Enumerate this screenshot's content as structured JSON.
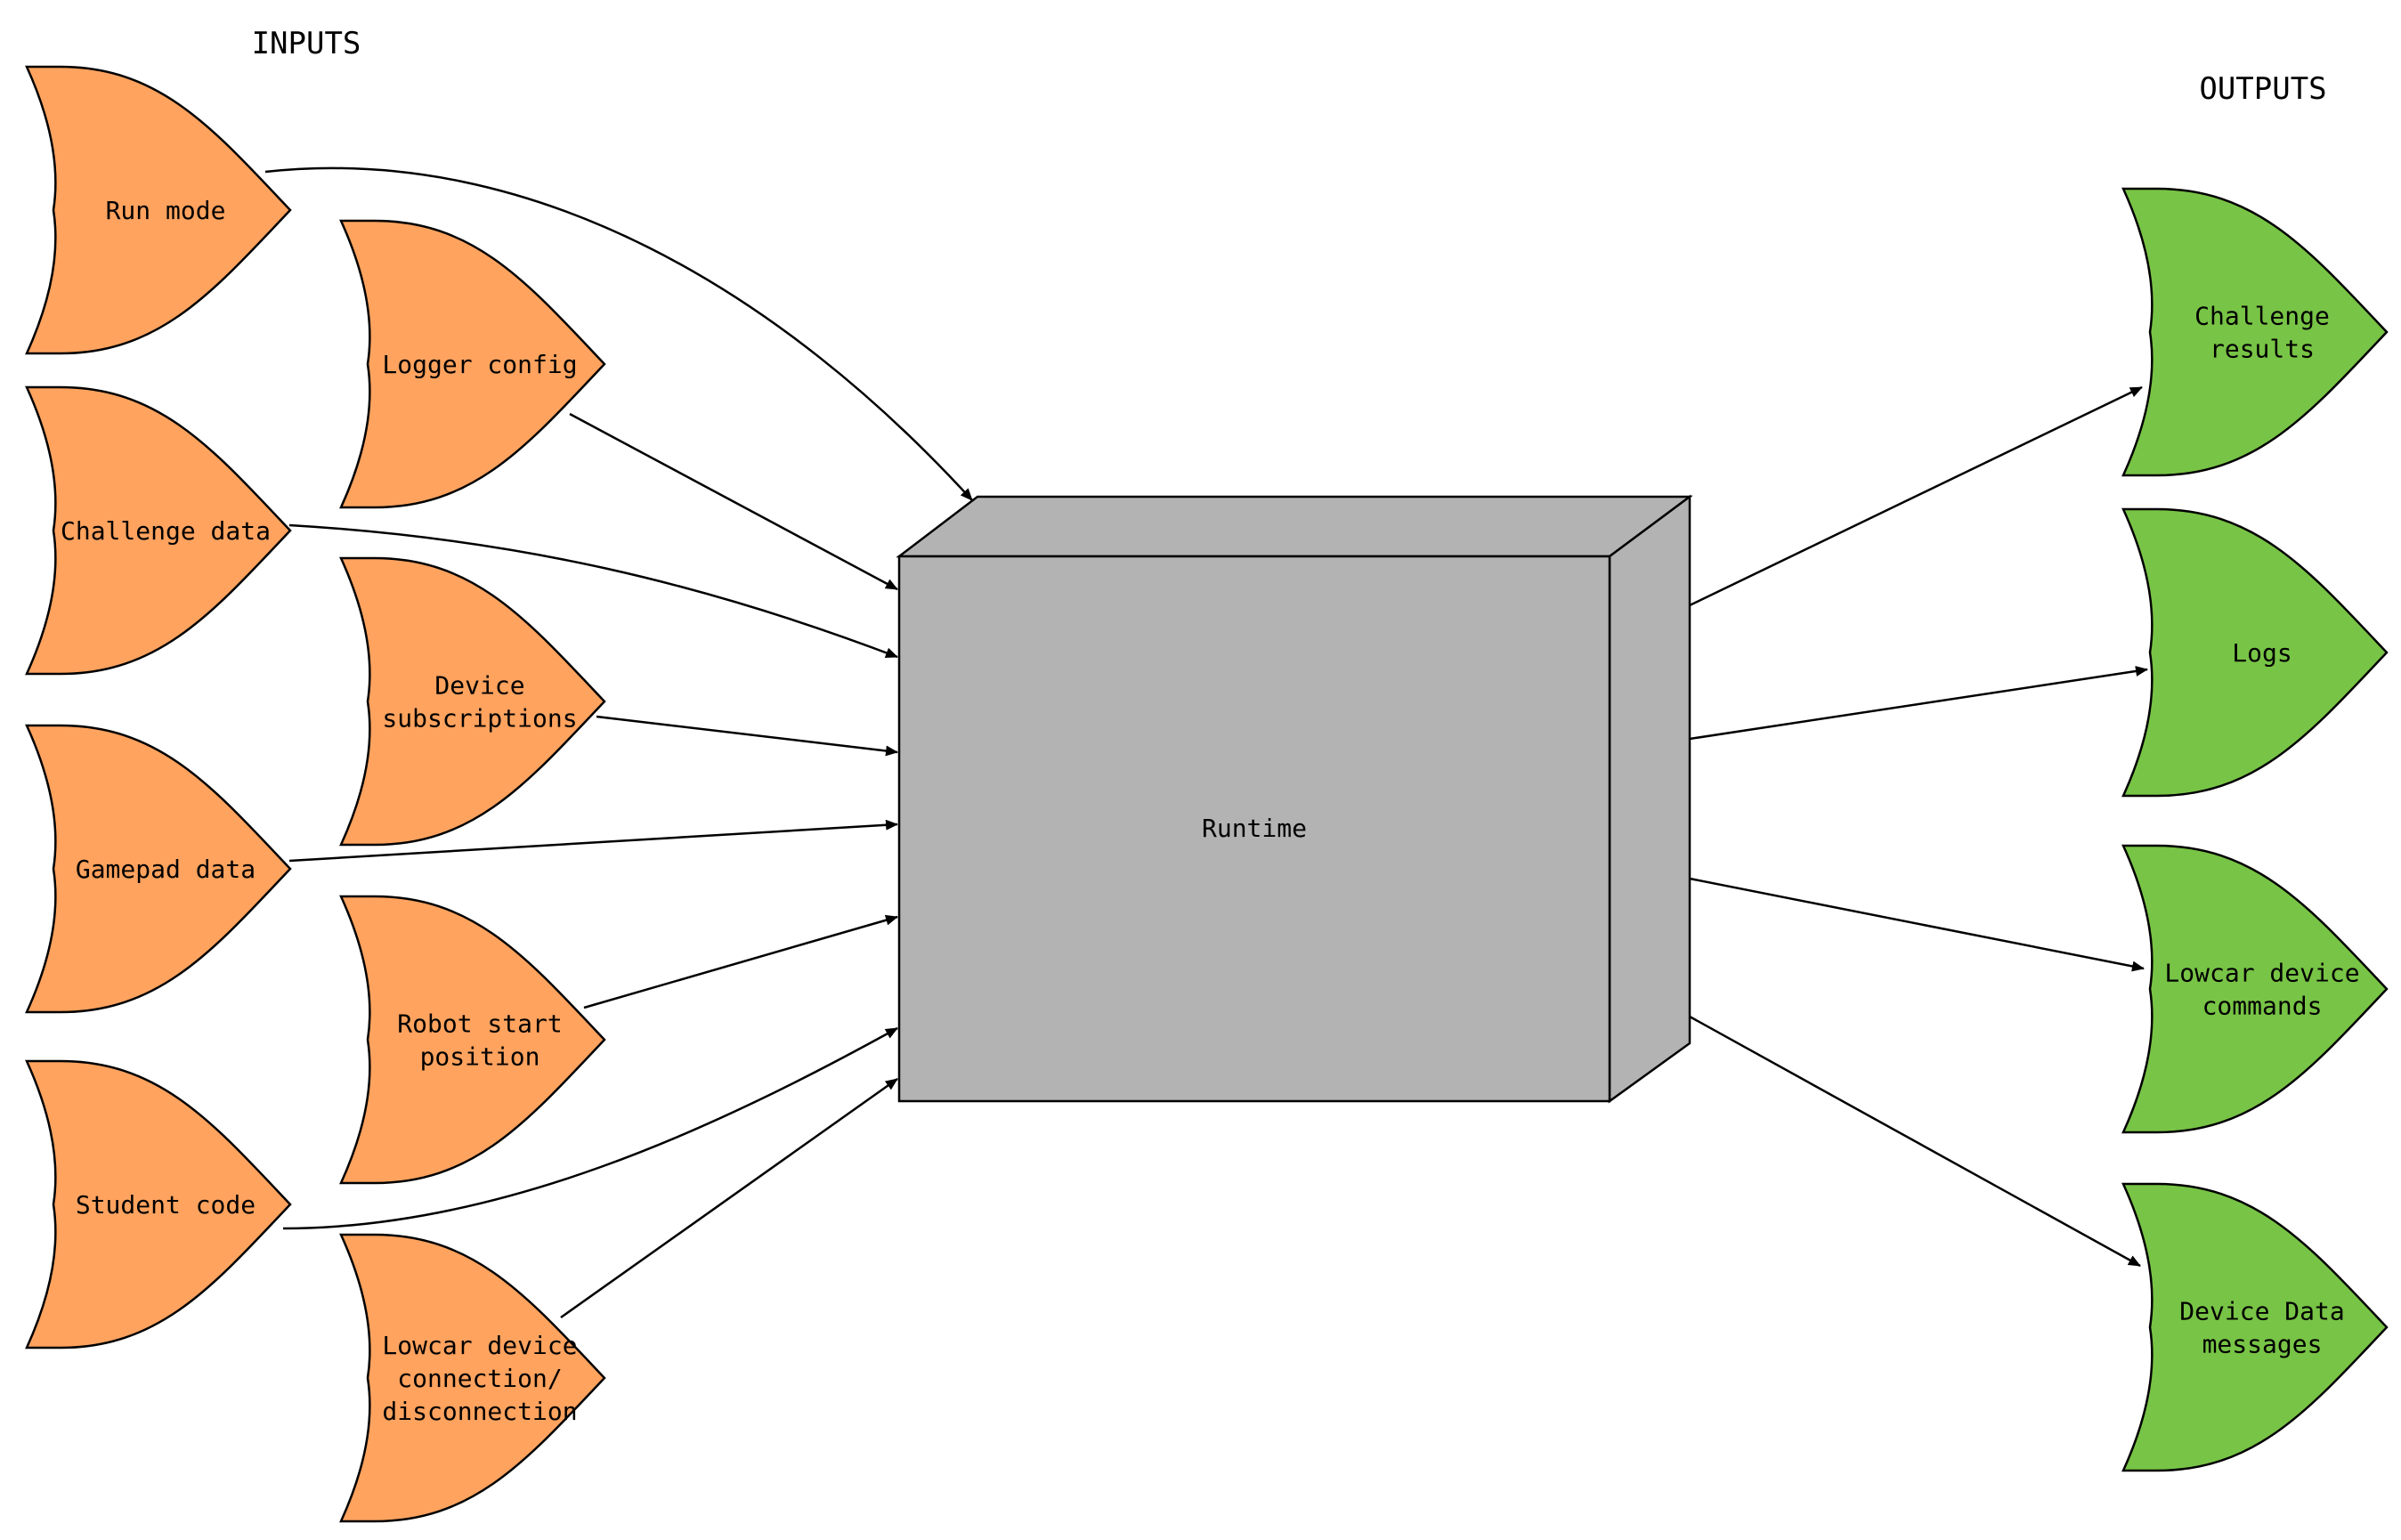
{
  "headings": {
    "inputs": "INPUTS",
    "outputs": "OUTPUTS"
  },
  "colors": {
    "input_fill": "#FFA35F",
    "output_fill": "#78C446",
    "box_front": "#B3B3B3",
    "box_side": "#B3B3B3",
    "line": "#000000"
  },
  "runtime": {
    "label": "Runtime"
  },
  "inputs": [
    {
      "id": "run-mode",
      "lines": [
        "Run mode"
      ]
    },
    {
      "id": "logger-config",
      "lines": [
        "Logger config"
      ]
    },
    {
      "id": "challenge-data",
      "lines": [
        "Challenge data"
      ]
    },
    {
      "id": "device-subscriptions",
      "lines": [
        "Device",
        "subscriptions"
      ]
    },
    {
      "id": "gamepad-data",
      "lines": [
        "Gamepad data"
      ]
    },
    {
      "id": "robot-start-position",
      "lines": [
        "Robot start",
        "position"
      ]
    },
    {
      "id": "student-code",
      "lines": [
        "Student code"
      ]
    },
    {
      "id": "lowcar-device-connection",
      "lines": [
        "Lowcar device",
        "connection/",
        "disconnection"
      ]
    }
  ],
  "outputs": [
    {
      "id": "challenge-results",
      "lines": [
        "Challenge",
        "results"
      ]
    },
    {
      "id": "logs",
      "lines": [
        "Logs"
      ]
    },
    {
      "id": "lowcar-device-commands",
      "lines": [
        "Lowcar device",
        "commands"
      ]
    },
    {
      "id": "device-data-messages",
      "lines": [
        "Device Data",
        "messages"
      ]
    }
  ]
}
